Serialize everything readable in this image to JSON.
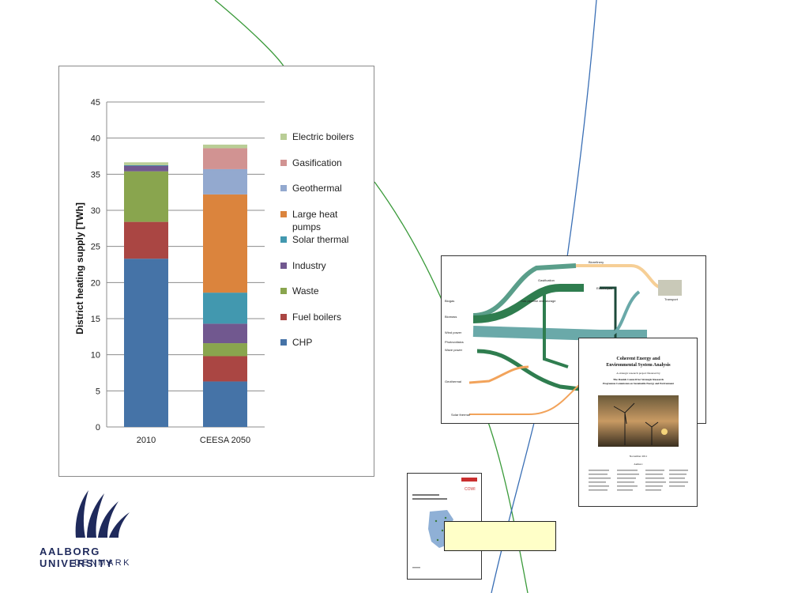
{
  "colors": {
    "chp": "#4573a7",
    "fuel_boilers": "#aa4643",
    "waste": "#89a54e",
    "industry": "#71588f",
    "solar_thermal": "#4298af",
    "large_heat_pumps": "#db843d",
    "geothermal": "#93a9cf",
    "gasification": "#d19392",
    "electric_boilers": "#b9cd96",
    "gridline": "#8c8c8c",
    "deco_green": "#3a9a3a",
    "deco_blue": "#3a6fb5",
    "logo_navy": "#1f2a5c"
  },
  "chart_data": {
    "type": "bar",
    "stacked": true,
    "title": "",
    "xlabel": "",
    "ylabel": "District heating supply [TWh]",
    "ylim": [
      0,
      45
    ],
    "yticks": [
      0,
      5,
      10,
      15,
      20,
      25,
      30,
      35,
      40,
      45
    ],
    "grid": true,
    "legend_position": "right",
    "categories": [
      "2010",
      "CEESA 2050"
    ],
    "series": [
      {
        "name": "CHP",
        "values": [
          23.3,
          6.3
        ]
      },
      {
        "name": "Fuel boilers",
        "values": [
          5.1,
          3.5
        ]
      },
      {
        "name": "Waste",
        "values": [
          7.0,
          1.8
        ]
      },
      {
        "name": "Industry",
        "values": [
          0.8,
          2.7
        ]
      },
      {
        "name": "Solar thermal",
        "values": [
          0.05,
          4.3
        ]
      },
      {
        "name": "Large heat pumps",
        "values": [
          0.0,
          13.6
        ]
      },
      {
        "name": "Geothermal",
        "values": [
          0.0,
          3.5
        ]
      },
      {
        "name": "Gasification",
        "values": [
          0.0,
          2.9
        ]
      },
      {
        "name": "Electric boilers",
        "values": [
          0.4,
          0.5
        ]
      }
    ],
    "legend_entries": [
      {
        "label": "Electric boilers",
        "color_key": "electric_boilers"
      },
      {
        "label": "Gasification",
        "color_key": "gasification"
      },
      {
        "label": "Geothermal",
        "color_key": "geothermal"
      },
      {
        "label": "Large heat\npumps",
        "color_key": "large_heat_pumps"
      },
      {
        "label": "Solar thermal",
        "color_key": "solar_thermal"
      },
      {
        "label": "Industry",
        "color_key": "industry"
      },
      {
        "label": "Waste",
        "color_key": "waste"
      },
      {
        "label": "Fuel boilers",
        "color_key": "fuel_boilers"
      },
      {
        "label": "CHP",
        "color_key": "chp"
      }
    ]
  },
  "logo": {
    "name": "AALBORG UNIVERSITY",
    "country": "DENMARK"
  },
  "report_cover": {
    "title_line1": "Coherent Energy and",
    "title_line2": "Environmental System Analysis",
    "subtitle": "A strategic research project financed by",
    "funder_line1": "The Danish Council for Strategic Research",
    "funder_line2": "Programme Commission on Sustainable Energy and Environment",
    "date": "November 2011",
    "authors_heading": "Authors:"
  },
  "flow_diagram": {
    "labels": [
      "Biomass",
      "Wind power",
      "Photovoltaics",
      "Wave power",
      "Geothermal",
      "Solar thermal",
      "Biogas",
      "Gasification",
      "Electrolysis",
      "Transport",
      "Biorefinery",
      "Gas pipeline and storage"
    ]
  },
  "small_report": {
    "brand": "COWI"
  }
}
